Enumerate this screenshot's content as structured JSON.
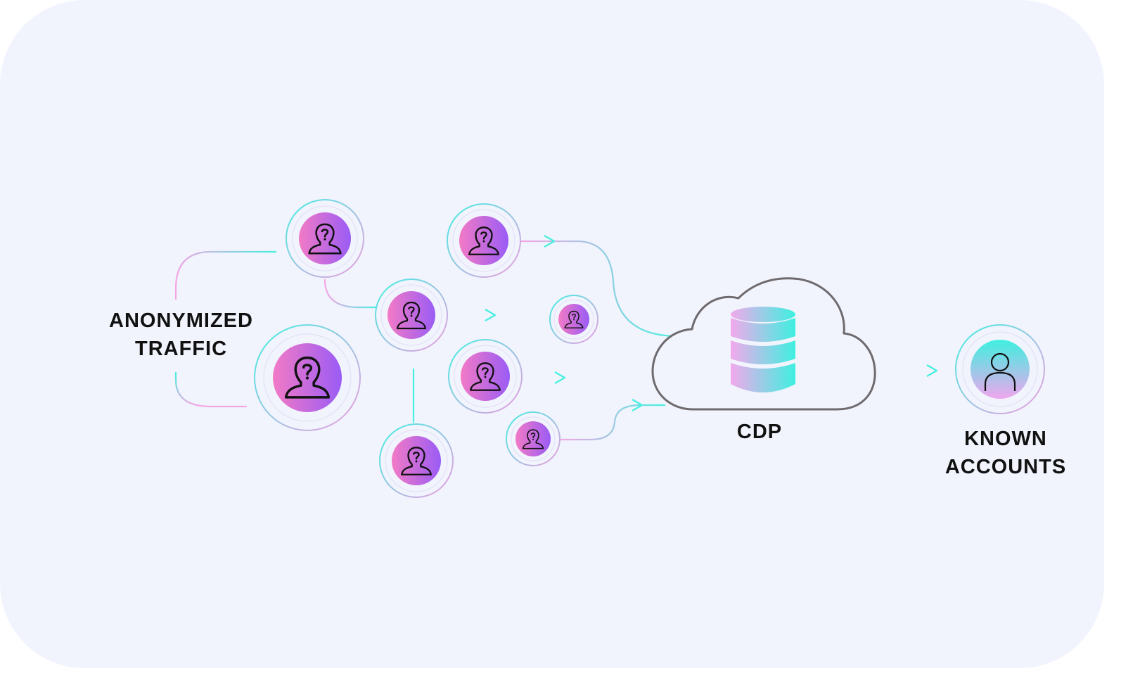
{
  "labels": {
    "anonymized": [
      "ANONYMIZED",
      "TRAFFIC"
    ],
    "cdp": "CDP",
    "known": [
      "KNOWN",
      "ACCOUNTS"
    ]
  },
  "icons": {
    "anonymous_user": "anonymous-user-icon",
    "database": "database-icon",
    "cloud": "cloud-icon",
    "known_user": "user-icon"
  },
  "colors": {
    "background": "#f1f4fd",
    "pink": "#f07cc8",
    "purple": "#a05cf2",
    "cyan": "#3ef0e0",
    "cloud_stroke": "#6f6a6d",
    "text": "#111111"
  }
}
